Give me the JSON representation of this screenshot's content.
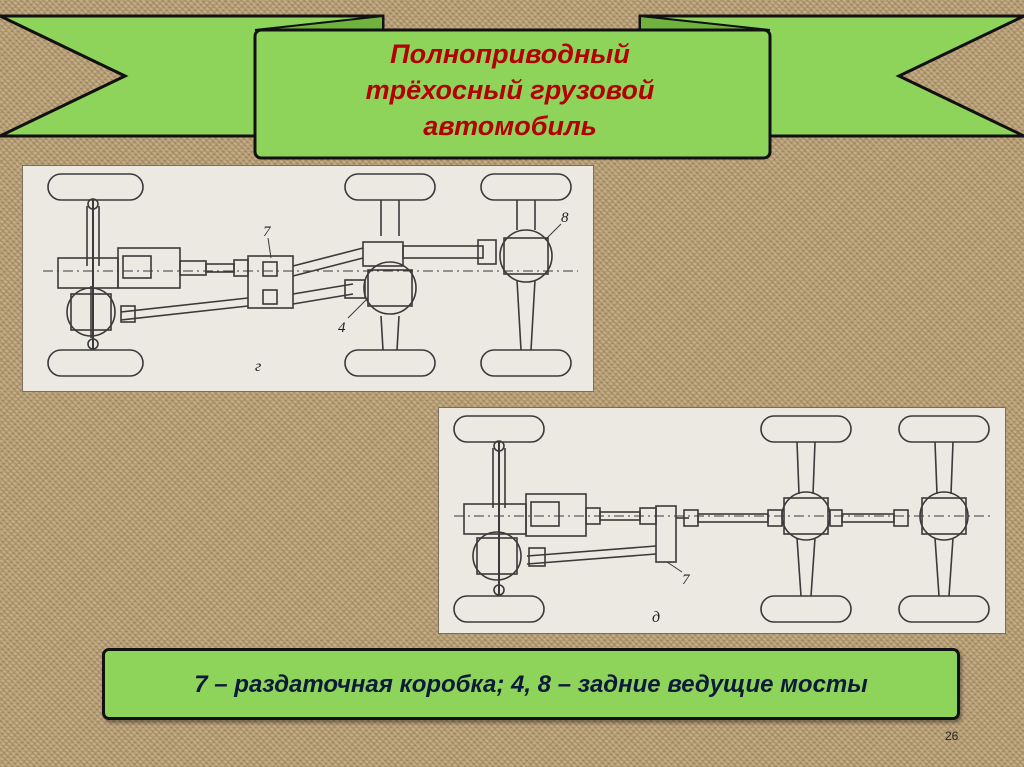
{
  "slide": {
    "title_lines": [
      "Полноприводный",
      "трёхосный грузовой",
      "автомобиль"
    ],
    "diagram_top": {
      "part_letter": "г",
      "label_transfer_case": "7",
      "label_axle_middle": "4",
      "label_axle_rear": "8"
    },
    "diagram_bottom": {
      "part_letter": "д",
      "label_transfer_case": "7"
    },
    "legend": "7 – раздаточная коробка; 4, 8 – задние ведущие мосты",
    "page_number": "26"
  },
  "colors": {
    "banner_green": "#8ed35a",
    "title_red": "#b30000",
    "legend_text": "#0e1a3a",
    "diagram_bg": "#ece8e2",
    "line": "#3a3a3a"
  }
}
